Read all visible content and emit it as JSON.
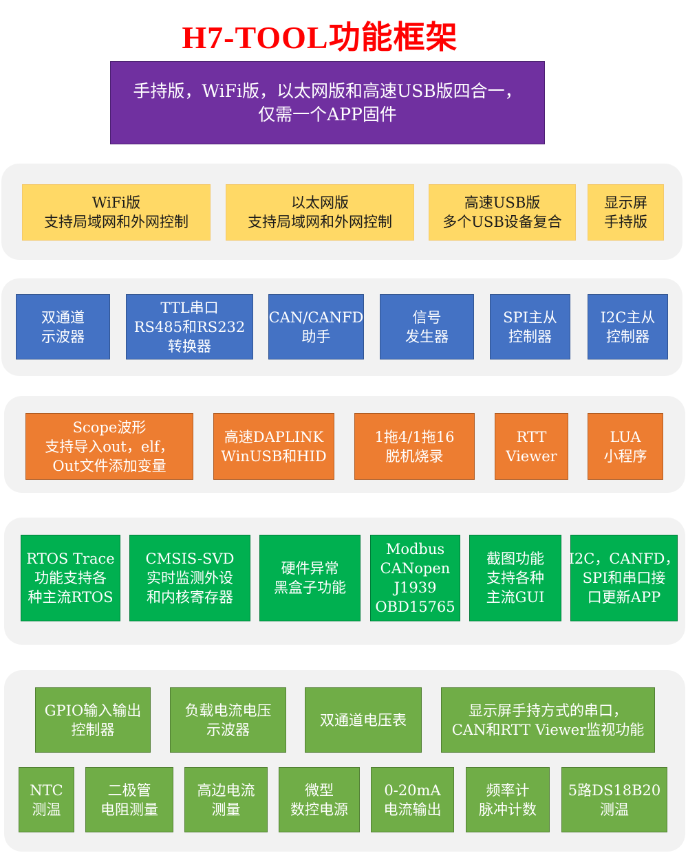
{
  "title": "H7-TOOL功能框架",
  "banner": {
    "line1": "手持版，WiFi版，以太网版和高速USB版四合一，",
    "line2": "仅需一个APP固件"
  },
  "row1": [
    {
      "lines": [
        "WiFi版",
        "支持局域网和外网控制"
      ]
    },
    {
      "lines": [
        "以太网版",
        "支持局域网和外网控制"
      ]
    },
    {
      "lines": [
        "高速USB版",
        "多个USB设备复合"
      ]
    },
    {
      "lines": [
        "显示屏",
        "手持版"
      ]
    }
  ],
  "row2": [
    {
      "lines": [
        "双通道",
        "示波器"
      ]
    },
    {
      "lines": [
        "TTL串口",
        "RS485和RS232",
        "转换器"
      ]
    },
    {
      "lines": [
        "CAN/CANFD",
        "助手"
      ]
    },
    {
      "lines": [
        "信号",
        "发生器"
      ]
    },
    {
      "lines": [
        "SPI主从",
        "控制器"
      ]
    },
    {
      "lines": [
        "I2C主从",
        "控制器"
      ]
    }
  ],
  "row3": [
    {
      "lines": [
        "Scope波形",
        "支持导入out，elf，",
        "Out文件添加变量"
      ]
    },
    {
      "lines": [
        "高速DAPLINK",
        "WinUSB和HID"
      ]
    },
    {
      "lines": [
        "1拖4/1拖16",
        "脱机烧录"
      ]
    },
    {
      "lines": [
        "RTT",
        "Viewer"
      ]
    },
    {
      "lines": [
        "LUA",
        "小程序"
      ]
    }
  ],
  "row4": [
    {
      "lines": [
        "RTOS Trace",
        "功能支持各",
        "种主流RTOS"
      ]
    },
    {
      "lines": [
        "CMSIS-SVD",
        "实时监测外设",
        "和内核寄存器"
      ]
    },
    {
      "lines": [
        "硬件异常",
        "黑盒子功能"
      ]
    },
    {
      "lines": [
        "Modbus",
        "CANopen",
        "J1939",
        "OBD15765"
      ]
    },
    {
      "lines": [
        "截图功能",
        "支持各种",
        "主流GUI"
      ]
    },
    {
      "lines": [
        "I2C，CANFD，",
        "SPI和串口接",
        "口更新APP"
      ]
    }
  ],
  "row5a": [
    {
      "lines": [
        "GPIO输入输出",
        "控制器"
      ]
    },
    {
      "lines": [
        "负载电流电压",
        "示波器"
      ]
    },
    {
      "lines": [
        "双通道电压表"
      ]
    },
    {
      "lines": [
        "显示屏手持方式的串口，",
        "CAN和RTT Viewer监视功能"
      ]
    }
  ],
  "row5b": [
    {
      "lines": [
        "NTC",
        "测温"
      ]
    },
    {
      "lines": [
        "二极管",
        "电阻测量"
      ]
    },
    {
      "lines": [
        "高边电流",
        "测量"
      ]
    },
    {
      "lines": [
        "微型",
        "数控电源"
      ]
    },
    {
      "lines": [
        "0-20mA",
        "电流输出"
      ]
    },
    {
      "lines": [
        "频率计",
        "脉冲计数"
      ]
    },
    {
      "lines": [
        "5路DS18B20",
        "测温"
      ]
    }
  ]
}
